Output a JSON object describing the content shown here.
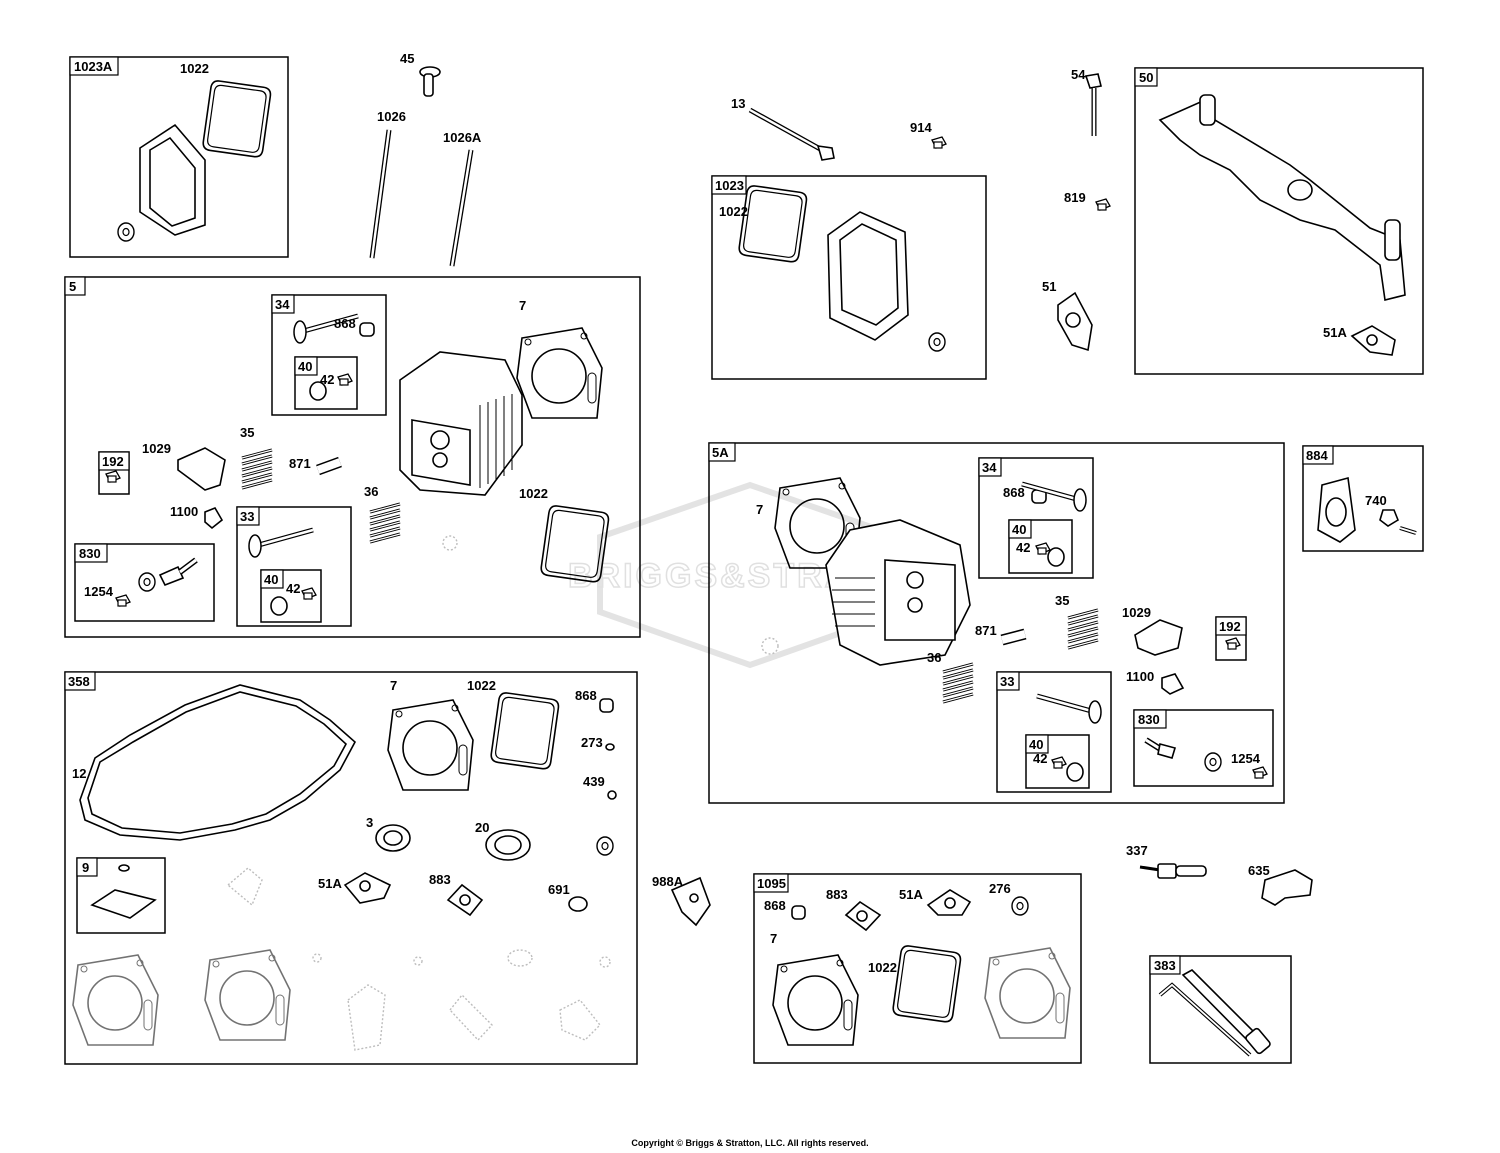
{
  "copyright": "Copyright © Briggs & Stratton, LLC. All rights reserved.",
  "watermark": "BRIGGS&STRA",
  "groups": {
    "g1023A": "1023A",
    "g5": "5",
    "g34": "34",
    "g40": "40",
    "g192": "192",
    "g33": "33",
    "g40b": "40",
    "g830": "830",
    "g1023": "1023",
    "g50": "50",
    "g5A": "5A",
    "g34b": "34",
    "g40c": "40",
    "g192b": "192",
    "g33b": "33",
    "g40d": "40",
    "g830b": "830",
    "g884": "884",
    "g358": "358",
    "g9": "9",
    "g1095": "1095",
    "g383": "383"
  },
  "parts": {
    "p1022a": "1022",
    "p45": "45",
    "p1026": "1026",
    "p1026A": "1026A",
    "p868a": "868",
    "p42a": "42",
    "p7a": "7",
    "p1029a": "1029",
    "p35a": "35",
    "p871a": "871",
    "p36a": "36",
    "p1022b": "1022",
    "p1100a": "1100",
    "p1254a": "1254",
    "p42b": "42",
    "p13": "13",
    "p914": "914",
    "p54": "54",
    "p819": "819",
    "p1022c": "1022",
    "p51": "51",
    "p51Aa": "51A",
    "p7b": "7",
    "p868b": "868",
    "p42c": "42",
    "p35b": "35",
    "p1029b": "1029",
    "p871b": "871",
    "p36b": "36",
    "p1100b": "1100",
    "p42d": "42",
    "p1254b": "1254",
    "p740": "740",
    "p7c": "7",
    "p1022d": "1022",
    "p868c": "868",
    "p273": "273",
    "p439": "439",
    "p12": "12",
    "p3": "3",
    "p20": "20",
    "p51Ab": "51A",
    "p883a": "883",
    "p691": "691",
    "p988A": "988A",
    "p868d": "868",
    "p883b": "883",
    "p51Ac": "51A",
    "p276": "276",
    "p7d": "7",
    "p1022e": "1022",
    "p337": "337",
    "p635": "635"
  }
}
